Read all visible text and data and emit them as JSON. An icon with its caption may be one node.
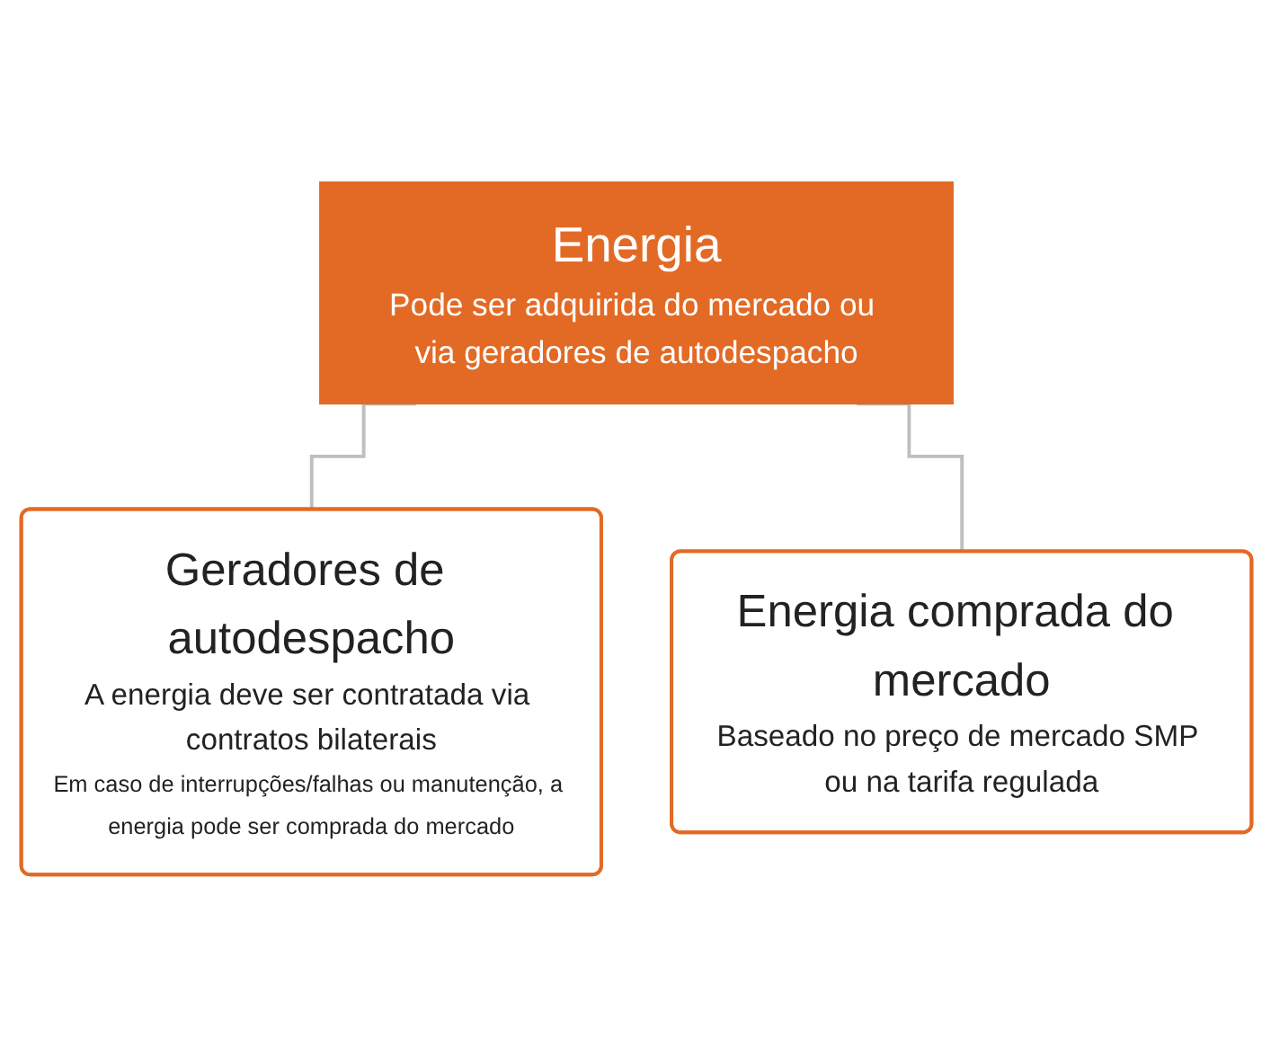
{
  "diagram": {
    "nodes": [
      {
        "text": [
          "Energia",
          "Pode ser adquirida do mercado ou via geradores de autodespacho"
        ]
      },
      {
        "text": [
          "Geradores de autodespacho",
          "A energia deve ser contratada via contratos bilaterais",
          "Em caso de interrupções/falhas ou manutenção, a energia pode ser comprada do mercado"
        ]
      },
      {
        "text": [
          "Energia comprada do mercado",
          "Baseado no preço de mercado SMP ou na tarifa regulada"
        ]
      }
    ],
    "edges": [
      {
        "from": 0,
        "to": 1,
        "arrow": "none"
      },
      {
        "from": 0,
        "to": 2,
        "arrow": "none"
      }
    ]
  }
}
